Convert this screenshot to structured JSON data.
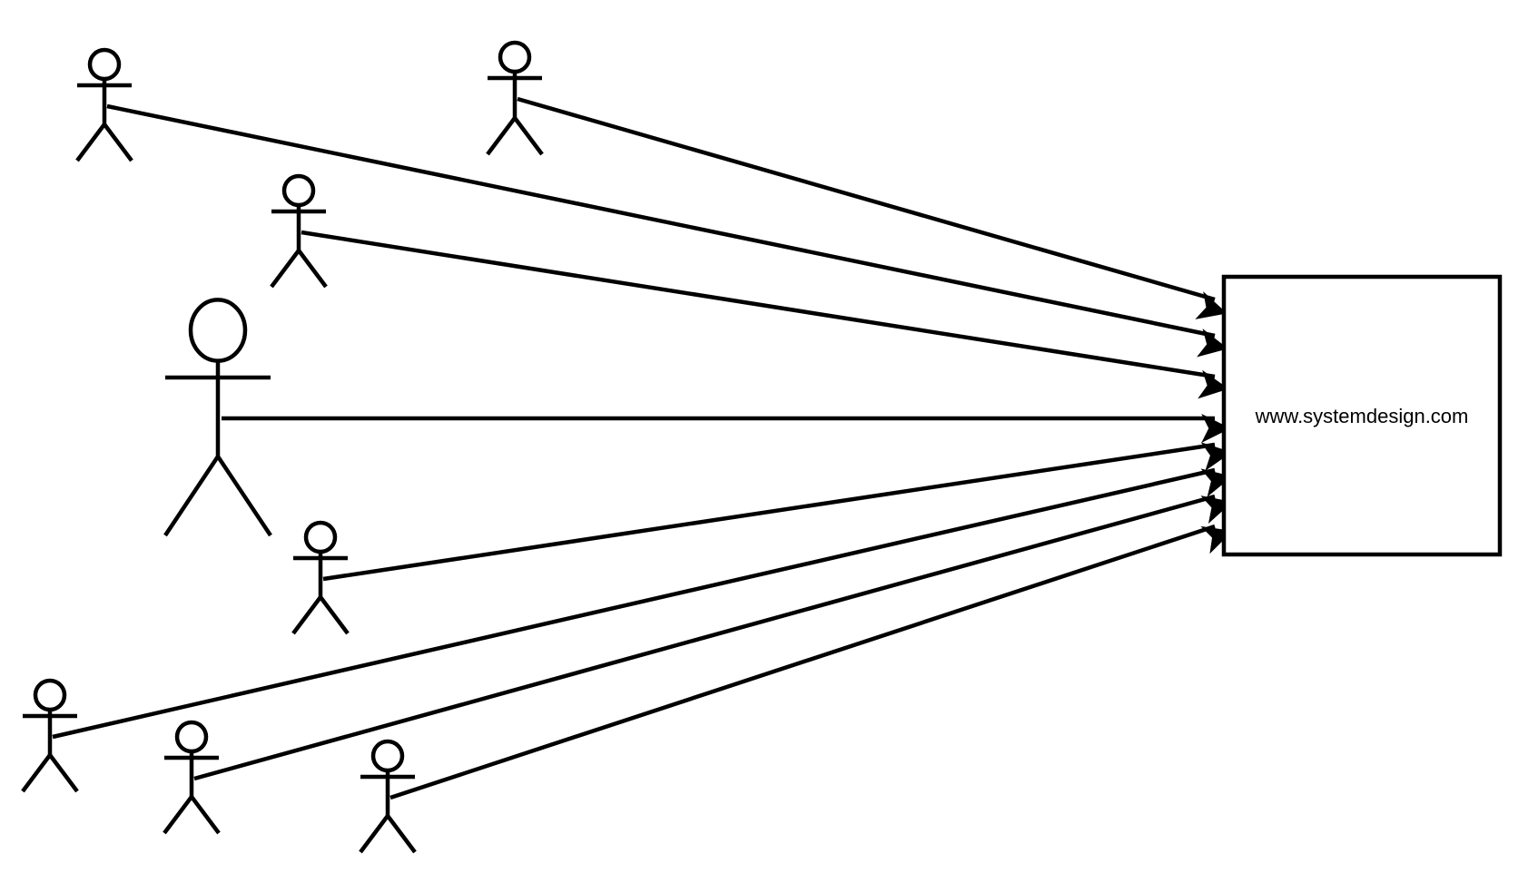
{
  "diagram": {
    "server": {
      "label": "www.systemdesign.com",
      "color": "#000000"
    },
    "users": [
      {
        "id": "user-1",
        "icon": "stick-figure-icon"
      },
      {
        "id": "user-2",
        "icon": "stick-figure-icon"
      },
      {
        "id": "user-3",
        "icon": "stick-figure-icon"
      },
      {
        "id": "user-4",
        "icon": "stick-figure-icon"
      },
      {
        "id": "user-5",
        "icon": "stick-figure-icon"
      },
      {
        "id": "user-6",
        "icon": "stick-figure-icon"
      },
      {
        "id": "user-7",
        "icon": "stick-figure-icon"
      },
      {
        "id": "user-8",
        "icon": "stick-figure-icon"
      }
    ],
    "connections": [
      {
        "from": "user-1",
        "to": "server",
        "icon": "arrow-icon"
      },
      {
        "from": "user-2",
        "to": "server",
        "icon": "arrow-icon"
      },
      {
        "from": "user-3",
        "to": "server",
        "icon": "arrow-icon"
      },
      {
        "from": "user-4",
        "to": "server",
        "icon": "arrow-icon"
      },
      {
        "from": "user-5",
        "to": "server",
        "icon": "arrow-icon"
      },
      {
        "from": "user-6",
        "to": "server",
        "icon": "arrow-icon"
      },
      {
        "from": "user-7",
        "to": "server",
        "icon": "arrow-icon"
      },
      {
        "from": "user-8",
        "to": "server",
        "icon": "arrow-icon"
      }
    ]
  }
}
